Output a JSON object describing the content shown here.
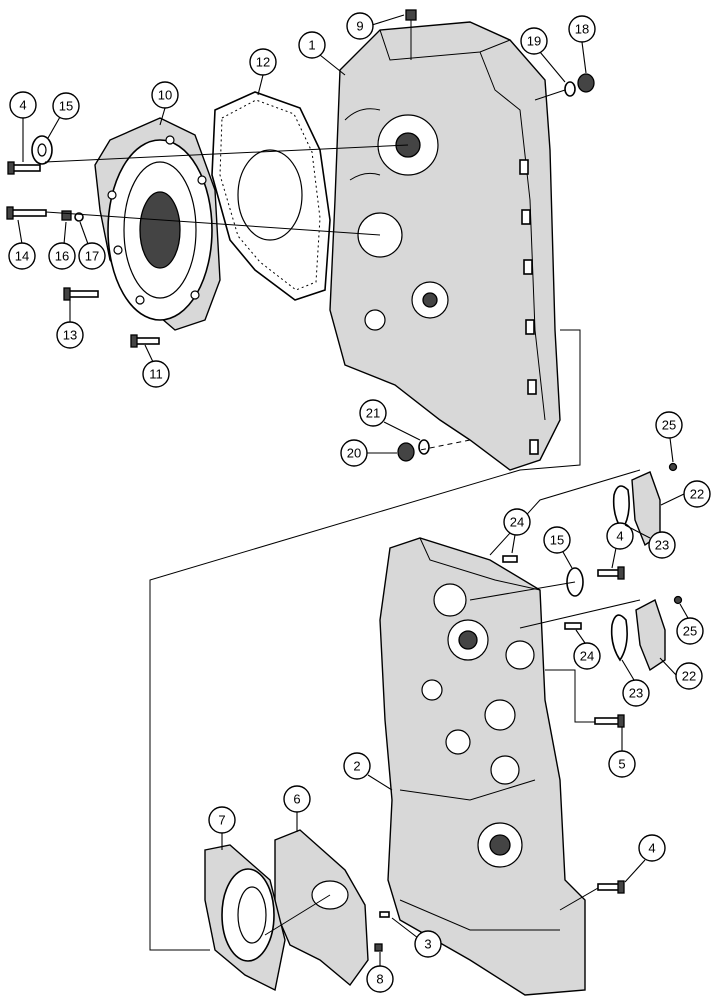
{
  "callouts": [
    {
      "id": "c1",
      "label": "1"
    },
    {
      "id": "c2",
      "label": "2"
    },
    {
      "id": "c3",
      "label": "3"
    },
    {
      "id": "c4a",
      "label": "4"
    },
    {
      "id": "c4b",
      "label": "4"
    },
    {
      "id": "c4c",
      "label": "4"
    },
    {
      "id": "c5",
      "label": "5"
    },
    {
      "id": "c6",
      "label": "6"
    },
    {
      "id": "c7",
      "label": "7"
    },
    {
      "id": "c8",
      "label": "8"
    },
    {
      "id": "c9",
      "label": "9"
    },
    {
      "id": "c10",
      "label": "10"
    },
    {
      "id": "c11",
      "label": "11"
    },
    {
      "id": "c12",
      "label": "12"
    },
    {
      "id": "c13",
      "label": "13"
    },
    {
      "id": "c14",
      "label": "14"
    },
    {
      "id": "c15a",
      "label": "15"
    },
    {
      "id": "c15b",
      "label": "15"
    },
    {
      "id": "c16",
      "label": "16"
    },
    {
      "id": "c17",
      "label": "17"
    },
    {
      "id": "c18",
      "label": "18"
    },
    {
      "id": "c19",
      "label": "19"
    },
    {
      "id": "c20",
      "label": "20"
    },
    {
      "id": "c21",
      "label": "21"
    },
    {
      "id": "c22a",
      "label": "22"
    },
    {
      "id": "c22b",
      "label": "22"
    },
    {
      "id": "c23a",
      "label": "23"
    },
    {
      "id": "c23b",
      "label": "23"
    },
    {
      "id": "c24a",
      "label": "24"
    },
    {
      "id": "c24b",
      "label": "24"
    },
    {
      "id": "c25a",
      "label": "25"
    },
    {
      "id": "c25b",
      "label": "25"
    }
  ]
}
